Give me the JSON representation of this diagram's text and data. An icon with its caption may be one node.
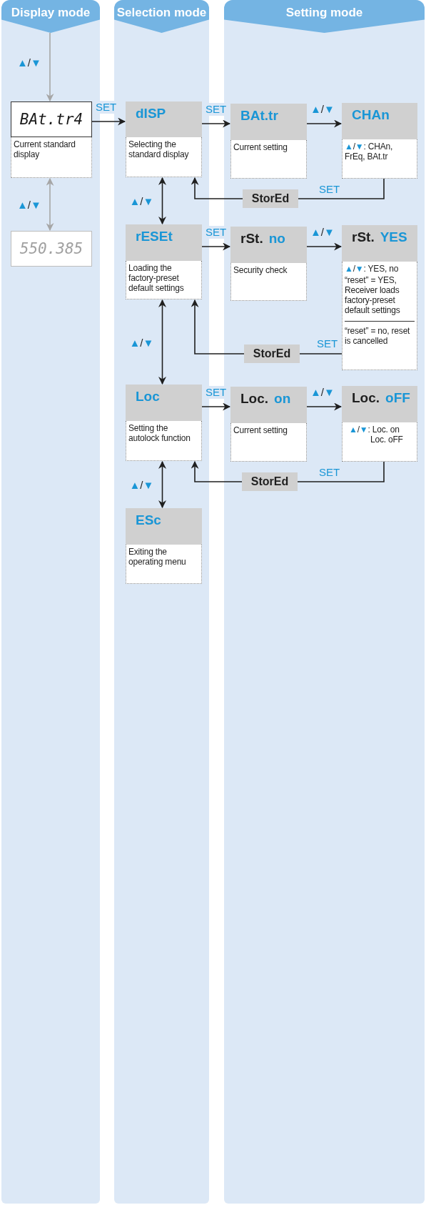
{
  "diagram": {
    "nodes": [
      {
        "text": [
          "Display mode"
        ]
      },
      {
        "text": [
          "Selection mode"
        ]
      },
      {
        "text": [
          "Setting mode"
        ]
      },
      {
        "text": [
          "BAt.tr4",
          "Current standard display"
        ],
        "in": 0
      },
      {
        "text": [
          "550.385"
        ],
        "in": 0
      },
      {
        "text": [
          "dISP",
          "Selecting the standard display"
        ],
        "in": 1
      },
      {
        "text": [
          "BAt.tr",
          "Current setting"
        ],
        "in": 2
      },
      {
        "text": [
          "CHAn",
          "▲/▼: CHAn, FrEq, BAt.tr"
        ],
        "in": 2
      },
      {
        "text": [
          "StorEd"
        ],
        "in": 2
      },
      {
        "text": [
          "rESEt",
          "Loading the factory-preset default settings"
        ],
        "in": 1
      },
      {
        "text": [
          "rSt.",
          "no",
          "Security check"
        ],
        "in": 2
      },
      {
        "text": [
          "rSt.",
          "YES",
          "▲/▼:  YES, no",
          "“reset” = YES, Receiver loads factory-preset default settings",
          "“reset” = no, reset is cancelled"
        ],
        "in": 2
      },
      {
        "text": [
          "StorEd"
        ],
        "in": 2
      },
      {
        "text": [
          "Loc",
          "Setting the autolock function"
        ],
        "in": 1
      },
      {
        "text": [
          "Loc.",
          "on",
          "Current setting"
        ],
        "in": 2
      },
      {
        "text": [
          "Loc.",
          "oFF",
          "▲/▼: Loc. on Loc. oFF"
        ],
        "in": 2
      },
      {
        "text": [
          "StorEd"
        ],
        "in": 2
      },
      {
        "text": [
          "ESc",
          "Exiting the operating menu"
        ],
        "in": 1
      }
    ],
    "edges": [
      {
        "from": null,
        "to": 3,
        "arrow": "to",
        "label": "▲/▼",
        "color": "#a6a6a6"
      },
      {
        "from": 3,
        "to": 4,
        "arrow": "both",
        "label": "▲/▼",
        "color": "#a6a6a6"
      },
      {
        "from": 3,
        "to": 5,
        "arrow": "to",
        "label": "SET"
      },
      {
        "from": 5,
        "to": 6,
        "arrow": "to",
        "label": "SET"
      },
      {
        "from": 6,
        "to": 7,
        "arrow": "to",
        "label": "▲/▼"
      },
      {
        "from": 7,
        "to": 8,
        "arrow": "none",
        "label": "SET"
      },
      {
        "from": 8,
        "to": 5,
        "arrow": "to"
      },
      {
        "from": 5,
        "to": 9,
        "arrow": "both",
        "label": "▲/▼"
      },
      {
        "from": 9,
        "to": 10,
        "arrow": "to",
        "label": "SET"
      },
      {
        "from": 10,
        "to": 11,
        "arrow": "to",
        "label": "▲/▼"
      },
      {
        "from": 11,
        "to": 12,
        "arrow": "none",
        "label": "SET"
      },
      {
        "from": 12,
        "to": 9,
        "arrow": "to"
      },
      {
        "from": 9,
        "to": 13,
        "arrow": "both",
        "label": "▲/▼"
      },
      {
        "from": 13,
        "to": 14,
        "arrow": "to",
        "label": "SET"
      },
      {
        "from": 14,
        "to": 15,
        "arrow": "to",
        "label": "▲/▼"
      },
      {
        "from": 15,
        "to": 16,
        "arrow": "none",
        "label": "SET"
      },
      {
        "from": 16,
        "to": 13,
        "arrow": "to"
      },
      {
        "from": 13,
        "to": 17,
        "arrow": "both",
        "label": "▲/▼"
      }
    ]
  }
}
